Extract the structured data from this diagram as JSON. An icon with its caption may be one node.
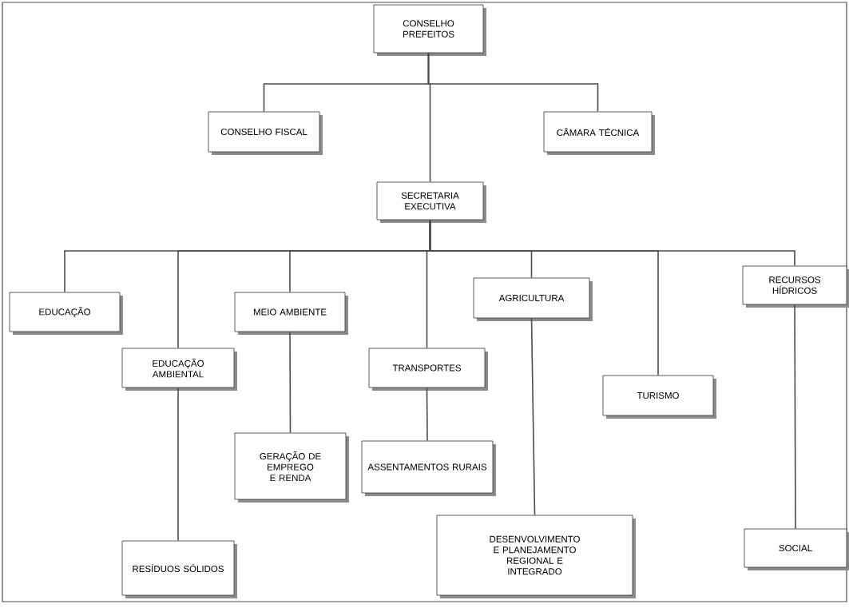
{
  "diagram": {
    "nodes": [
      {
        "text": [
          "CONSELHO PREFEITOS"
        ]
      },
      {
        "text": [
          "CONSELHO FISCAL"
        ]
      },
      {
        "text": [
          "CÂMARA TÉCNICA"
        ]
      },
      {
        "text": [
          "SECRETARIA EXECUTIVA"
        ]
      },
      {
        "text": [
          "EDUCAÇÃO"
        ]
      },
      {
        "text": [
          "EDUCAÇÃO AMBIENTAL"
        ]
      },
      {
        "text": [
          "MEIO AMBIENTE"
        ]
      },
      {
        "text": [
          "TRANSPORTES"
        ]
      },
      {
        "text": [
          "AGRICULTURA"
        ]
      },
      {
        "text": [
          "TURISMO"
        ]
      },
      {
        "text": [
          "RECURSOS HÍDRICOS"
        ]
      },
      {
        "text": [
          "RESÍDUOS SÓLIDOS"
        ]
      },
      {
        "text": [
          "GERAÇÃO DE EMPREGO E RENDA"
        ]
      },
      {
        "text": [
          "ASSENTAMENTOS RURAIS"
        ]
      },
      {
        "text": [
          "DESENVOLVIMENTO E PLANEJAMENTO REGIONAL E INTEGRADO"
        ]
      },
      {
        "text": [
          "SOCIAL"
        ]
      }
    ],
    "edges": [
      {
        "from": 0,
        "to": 1,
        "arrow": "none"
      },
      {
        "from": 0,
        "to": 2,
        "arrow": "none"
      },
      {
        "from": 0,
        "to": 3,
        "arrow": "none"
      },
      {
        "from": 3,
        "to": 4,
        "arrow": "none"
      },
      {
        "from": 3,
        "to": 5,
        "arrow": "none"
      },
      {
        "from": 3,
        "to": 6,
        "arrow": "none"
      },
      {
        "from": 3,
        "to": 7,
        "arrow": "none"
      },
      {
        "from": 3,
        "to": 8,
        "arrow": "none"
      },
      {
        "from": 3,
        "to": 9,
        "arrow": "none"
      },
      {
        "from": 3,
        "to": 10,
        "arrow": "none"
      },
      {
        "from": 5,
        "to": 11,
        "arrow": "none"
      },
      {
        "from": 6,
        "to": 12,
        "arrow": "none"
      },
      {
        "from": 7,
        "to": 13,
        "arrow": "none"
      },
      {
        "from": 8,
        "to": 14,
        "arrow": "none"
      },
      {
        "from": 10,
        "to": 15,
        "arrow": "none"
      }
    ]
  }
}
